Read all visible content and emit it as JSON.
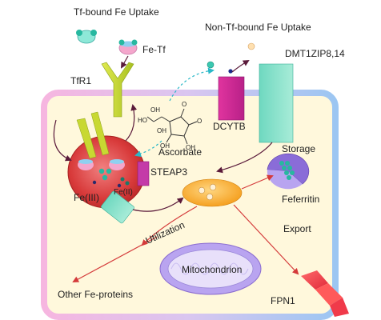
{
  "labels": {
    "tf_bound_uptake": "Tf-bound Fe Uptake",
    "fe_tf": "Fe-Tf",
    "non_tf_uptake": "Non-Tf-bound Fe Uptake",
    "dmt1": "DMT1ZIP8,14",
    "tfr1": "TfR1",
    "dcytb": "DCYTB",
    "ascorbate": "Ascorbate",
    "steap3": "STEAP3",
    "fe3": "Fe(III)",
    "fe2": "Fe(II)",
    "storage": "Storage",
    "ferritin": "Feferritin",
    "utilization": "Utilization",
    "export": "Export",
    "mitochondrion": "Mitochondrion",
    "other_proteins": "Other Fe-proteins",
    "fpn1": "FPN1"
  },
  "ascorbate_atoms": {
    "oh_top1": "OH",
    "oh_top2": "O",
    "ho_left": "HO",
    "oh_left": "OH",
    "o_ring": "O",
    "oh_bot1": "OH",
    "oh_bot2": "OH"
  },
  "colors": {
    "cell_fill": "#fff8dc",
    "membrane_left": "#f4b8e0",
    "membrane_right": "#9ec8f0",
    "tfr1": "#c8d832",
    "dcytb": "#d42a9c",
    "dmt1": "#7fe0c8",
    "endosome": "#d63a3a",
    "steap3": "#c43aa8",
    "labile_pool": "#f5a623",
    "ferritin": "#8a6cd8",
    "mitochondrion": "#b9a4f0",
    "fpn1": "#f24a4a",
    "iron_teal": "#27b8a0",
    "arrow_dark": "#5a1a3a",
    "arrow_red": "#d43a3a",
    "arrow_teal": "#2ab8c8"
  }
}
